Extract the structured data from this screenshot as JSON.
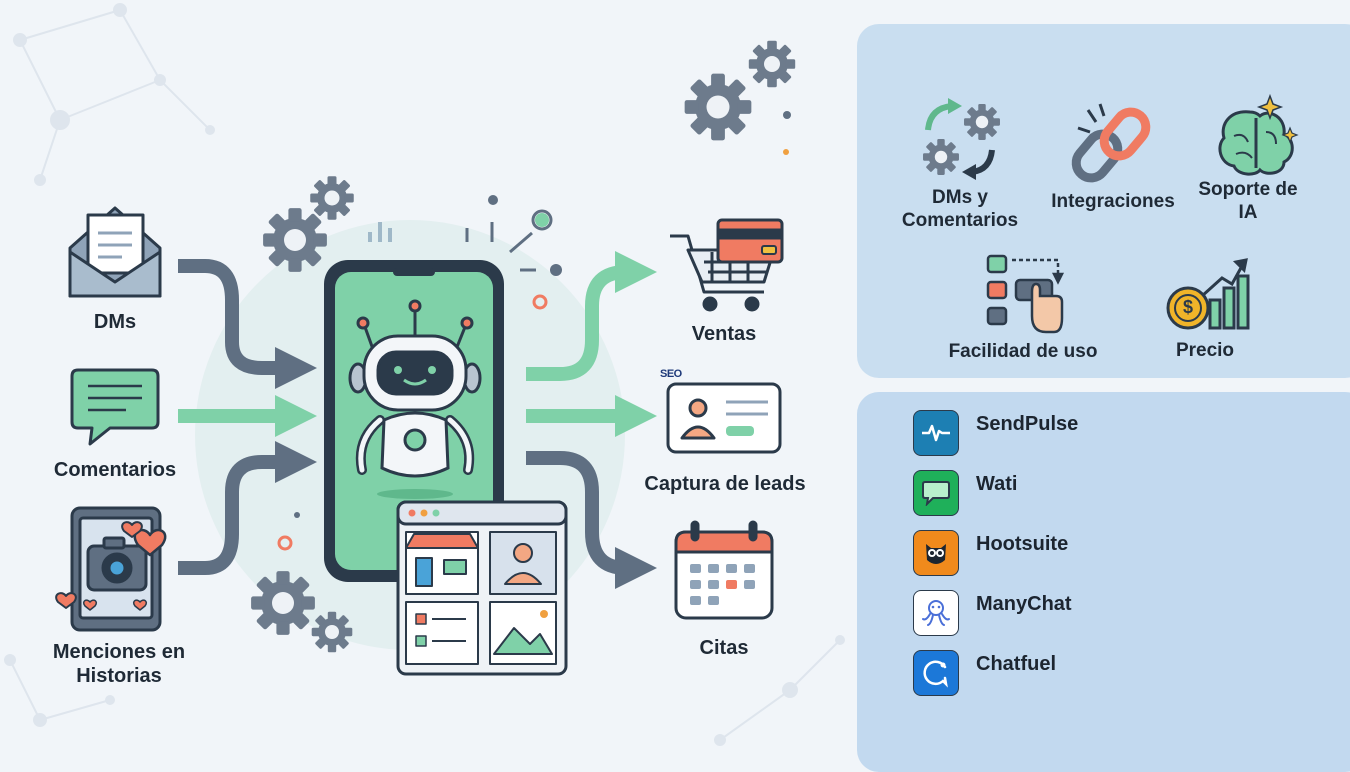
{
  "inputs": {
    "dms": "DMs",
    "comments": "Comentarios",
    "mentions_line1": "Menciones en",
    "mentions_line2": "Historias"
  },
  "outputs": {
    "sales": "Ventas",
    "leads": "Captura de leads",
    "appointments": "Citas"
  },
  "badge": "SEO",
  "criteria": {
    "dms_line1": "DMs y",
    "dms_line2": "Comentarios",
    "integrations": "Integraciones",
    "ai_line1": "Soporte de",
    "ai_line2": "IA",
    "ease": "Facilidad de uso",
    "price": "Precio"
  },
  "tools": [
    {
      "name": "SendPulse",
      "icon": "pulse-icon",
      "color": "#1d7fb3"
    },
    {
      "name": "Wati",
      "icon": "chat-bubble-icon",
      "color": "#1fb05a"
    },
    {
      "name": "Hootsuite",
      "icon": "owl-icon",
      "color": "#f08a1c"
    },
    {
      "name": "ManyChat",
      "icon": "octopus-icon",
      "color": "#ffffff"
    },
    {
      "name": "Chatfuel",
      "icon": "chatfuel-icon",
      "color": "#1c78d8"
    }
  ],
  "colors": {
    "mint": "#7fd1a8",
    "slate": "#5f6f82",
    "coral": "#f07b62",
    "panel": "#c9def0"
  }
}
